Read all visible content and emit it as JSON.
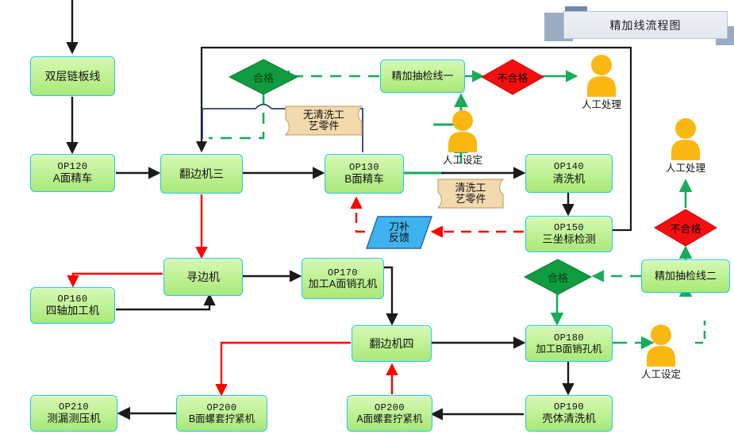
{
  "banner": {
    "title": "精加线流程图"
  },
  "colors": {
    "box_border": "#1fc9ef",
    "box_fill_top": "#d7f8b4",
    "box_fill_bottom": "#a9e878",
    "pass_diamond": "#0f9b3f",
    "fail_diamond": "#f50f0f",
    "doc_fill": "#f2d9ae",
    "doc_border": "#c9a86a",
    "para_fill": "#3fb3ef",
    "para_border": "#1a6f9e",
    "actor_orange": "#fbb712",
    "flow_black": "#1a1a1a",
    "flow_red": "#fe0000",
    "flow_green": "#18ab5a",
    "flow_navy": "#2a3f6e"
  },
  "nodes": [
    {
      "id": "n_chain",
      "type": "process",
      "lines": [
        "双层链板线"
      ]
    },
    {
      "id": "n_op120",
      "type": "process",
      "lines": [
        "OP120",
        "A面精车"
      ]
    },
    {
      "id": "n_flip3",
      "type": "process",
      "lines": [
        "翻边机三"
      ]
    },
    {
      "id": "n_op130",
      "type": "process",
      "lines": [
        "OP130",
        "B面精车"
      ]
    },
    {
      "id": "n_op140",
      "type": "process",
      "lines": [
        "OP140",
        "清洗机"
      ]
    },
    {
      "id": "n_op150",
      "type": "process",
      "lines": [
        "OP150",
        "三坐标检测"
      ]
    },
    {
      "id": "n_insp1",
      "type": "process",
      "lines": [
        "精加抽检线一"
      ]
    },
    {
      "id": "n_insp2",
      "type": "process",
      "lines": [
        "精加抽检线二"
      ]
    },
    {
      "id": "n_edge",
      "type": "process",
      "lines": [
        "寻边机"
      ]
    },
    {
      "id": "n_op160",
      "type": "process",
      "lines": [
        "OP160",
        "四轴加工机"
      ]
    },
    {
      "id": "n_op170",
      "type": "process",
      "lines": [
        "OP170",
        "加工A面销孔机"
      ]
    },
    {
      "id": "n_flip4",
      "type": "process",
      "lines": [
        "翻边机四"
      ]
    },
    {
      "id": "n_op180",
      "type": "process",
      "lines": [
        "OP180",
        "加工B面销孔机"
      ]
    },
    {
      "id": "n_op190",
      "type": "process",
      "lines": [
        "OP190",
        "壳体清洗机"
      ]
    },
    {
      "id": "n_op200a",
      "type": "process",
      "lines": [
        "OP200",
        "A面螺套拧紧机"
      ]
    },
    {
      "id": "n_op200b",
      "type": "process",
      "lines": [
        "OP200",
        "B面螺套拧紧机"
      ]
    },
    {
      "id": "n_op210",
      "type": "process",
      "lines": [
        "OP210",
        "测漏测压机"
      ]
    }
  ],
  "labels": {
    "chain": "双层链板线",
    "op120_code": "OP120",
    "op120_name": "A面精车",
    "flip3": "翻边机三",
    "op130_code": "OP130",
    "op130_name": "B面精车",
    "op140_code": "OP140",
    "op140_name": "清洗机",
    "op150_code": "OP150",
    "op150_name": "三坐标检测",
    "insp1": "精加抽检线一",
    "insp2": "精加抽检线二",
    "edge_finder": "寻边机",
    "op160_code": "OP160",
    "op160_name": "四轴加工机",
    "op170_code": "OP170",
    "op170_name": "加工A面销孔机",
    "flip4": "翻边机四",
    "op180_code": "OP180",
    "op180_name": "加工B面销孔机",
    "op190_code": "OP190",
    "op190_name": "壳体清洗机",
    "op200a_code": "OP200",
    "op200a_name": "A面螺套拧紧机",
    "op200b_code": "OP200",
    "op200b_name": "B面螺套拧紧机",
    "op210_code": "OP210",
    "op210_name": "测漏测压机"
  },
  "decisions": {
    "pass1": "合格",
    "fail1": "不合格",
    "pass2": "合格",
    "fail2": "不合格"
  },
  "documents": {
    "no_wash": {
      "line1": "无清洗工",
      "line2": "艺零件"
    },
    "wash": {
      "line1": "清洗工",
      "line2": "艺零件"
    }
  },
  "data_shapes": {
    "tool_comp": {
      "line1": "刀补",
      "line2": "反馈"
    }
  },
  "actors": [
    {
      "id": "a_manual_handle_1",
      "caption": "人工处理"
    },
    {
      "id": "a_manual_set_1",
      "caption": "人工设定"
    },
    {
      "id": "a_manual_handle_2",
      "caption": "人工处理"
    },
    {
      "id": "a_manual_set_2",
      "caption": "人工设定"
    }
  ],
  "actor_captions": {
    "handle1": "人工处理",
    "set1": "人工设定",
    "handle2": "人工处理",
    "set2": "人工设定"
  },
  "flow_edges": [
    {
      "from": "external-top",
      "to": "n_chain",
      "style": "solid",
      "color": "black"
    },
    {
      "from": "n_chain",
      "to": "n_op120",
      "style": "solid",
      "color": "black"
    },
    {
      "from": "n_op120",
      "to": "n_flip3",
      "style": "solid",
      "color": "black"
    },
    {
      "from": "n_flip3",
      "to": "n_op130",
      "style": "solid",
      "color": "black"
    },
    {
      "from": "n_op130",
      "to": "n_op140",
      "style": "solid",
      "color": "black"
    },
    {
      "from": "n_op140",
      "to": "n_op150",
      "style": "solid",
      "color": "black"
    },
    {
      "from": "n_op150",
      "to": "n_flip3",
      "style": "solid",
      "color": "black"
    },
    {
      "from": "n_op150",
      "to": "tool_comp",
      "style": "dashed",
      "color": "red"
    },
    {
      "from": "tool_comp",
      "to": "n_op130",
      "style": "dashed",
      "color": "red"
    },
    {
      "from": "n_insp1",
      "to": "pass1",
      "style": "dashed",
      "color": "green"
    },
    {
      "from": "n_insp1",
      "to": "fail1",
      "style": "solid",
      "color": "green"
    },
    {
      "from": "fail1",
      "to": "a_manual_handle_1",
      "style": "solid",
      "color": "green"
    },
    {
      "from": "a_manual_set_1",
      "to": "n_insp1",
      "style": "solid",
      "color": "green"
    },
    {
      "from": "pass1",
      "to": "n_op130",
      "style": "solid",
      "color": "navy"
    },
    {
      "from": "n_flip3",
      "to": "n_edge",
      "style": "solid",
      "color": "red"
    },
    {
      "from": "n_edge",
      "to": "n_op160",
      "style": "solid",
      "color": "red"
    },
    {
      "from": "n_op160",
      "to": "n_edge",
      "style": "solid",
      "color": "black"
    },
    {
      "from": "n_edge",
      "to": "n_op170",
      "style": "solid",
      "color": "black"
    },
    {
      "from": "n_op170",
      "to": "n_flip4",
      "style": "solid",
      "color": "black"
    },
    {
      "from": "n_flip4",
      "to": "n_op180",
      "style": "solid",
      "color": "black"
    },
    {
      "from": "n_op180",
      "to": "n_op190",
      "style": "solid",
      "color": "black"
    },
    {
      "from": "n_op190",
      "to": "n_op200a",
      "style": "solid",
      "color": "black"
    },
    {
      "from": "n_op200a",
      "to": "n_flip4",
      "style": "solid",
      "color": "red"
    },
    {
      "from": "n_flip4",
      "to": "n_op200b",
      "style": "solid",
      "color": "red"
    },
    {
      "from": "n_op200b",
      "to": "n_op210",
      "style": "solid",
      "color": "black"
    },
    {
      "from": "n_op180",
      "to": "a_manual_set_2",
      "style": "solid",
      "color": "green"
    },
    {
      "from": "a_manual_set_2",
      "to": "n_insp2",
      "style": "solid",
      "color": "green"
    },
    {
      "from": "n_insp2",
      "to": "pass2",
      "style": "dashed",
      "color": "green"
    },
    {
      "from": "n_insp2",
      "to": "fail2",
      "style": "solid",
      "color": "green"
    },
    {
      "from": "fail2",
      "to": "a_manual_handle_2",
      "style": "solid",
      "color": "green"
    },
    {
      "from": "pass2",
      "to": "n_op180",
      "style": "solid",
      "color": "green"
    }
  ]
}
